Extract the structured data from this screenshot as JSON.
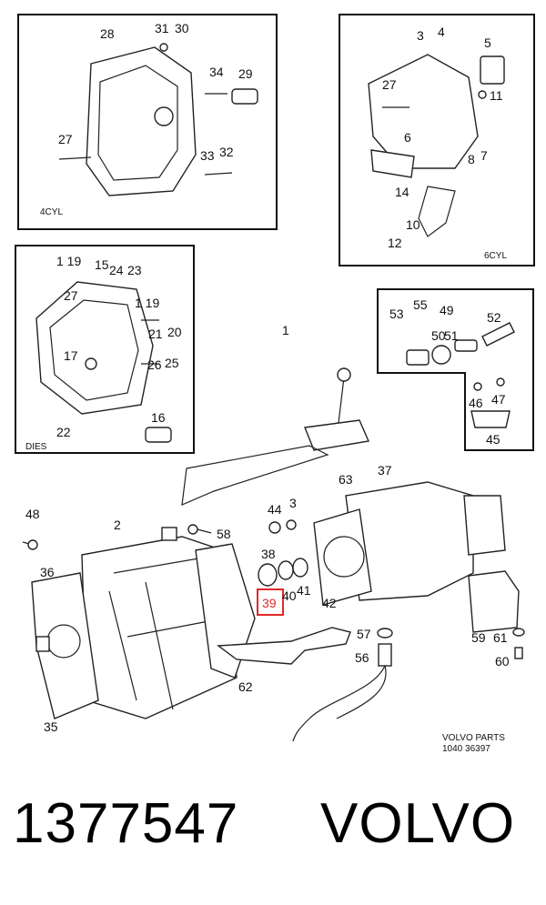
{
  "callouts": {
    "n1": "1",
    "n2": "2",
    "n3": "3",
    "n4": "4",
    "n5": "5",
    "n6": "6",
    "n7": "7",
    "n8": "8",
    "n10": "10",
    "n11": "11",
    "n12": "12",
    "n14": "14",
    "n16": "16",
    "n17": "17",
    "n1_19": "1 19",
    "n15": "15",
    "n24": "24",
    "n23": "23",
    "n27": "27",
    "n20": "20",
    "n21": "21",
    "n25": "25",
    "n26": "26",
    "n22": "22",
    "n28": "28",
    "n29": "29",
    "n30": "30",
    "n31": "31",
    "n32": "32",
    "n33": "33",
    "n34": "34",
    "n35": "35",
    "n36": "36",
    "n37": "37",
    "n38": "38",
    "n39": "39",
    "n40": "40",
    "n41": "41",
    "n42": "42",
    "n44": "44",
    "n45": "45",
    "n46": "46",
    "n47": "47",
    "n48": "48",
    "n49": "49",
    "n50": "50",
    "n51": "51",
    "n52": "52",
    "n53": "53",
    "n55": "55",
    "n56": "56",
    "n57": "57",
    "n58": "58",
    "n59": "59",
    "n60": "60",
    "n61": "61",
    "n62": "62",
    "n63": "63"
  },
  "box_labels": {
    "cyl4": "4CYL",
    "cyl6": "6CYL",
    "dies": "DIES"
  },
  "stamp": {
    "line1": "VOLVO PARTS",
    "line2": "1040   36397"
  },
  "highlight_callout": "39",
  "caption": {
    "part_number": "1377547",
    "brand": "VOLVO"
  },
  "colors": {
    "highlight": "#e02828",
    "ink": "#222222",
    "background": "#ffffff"
  }
}
